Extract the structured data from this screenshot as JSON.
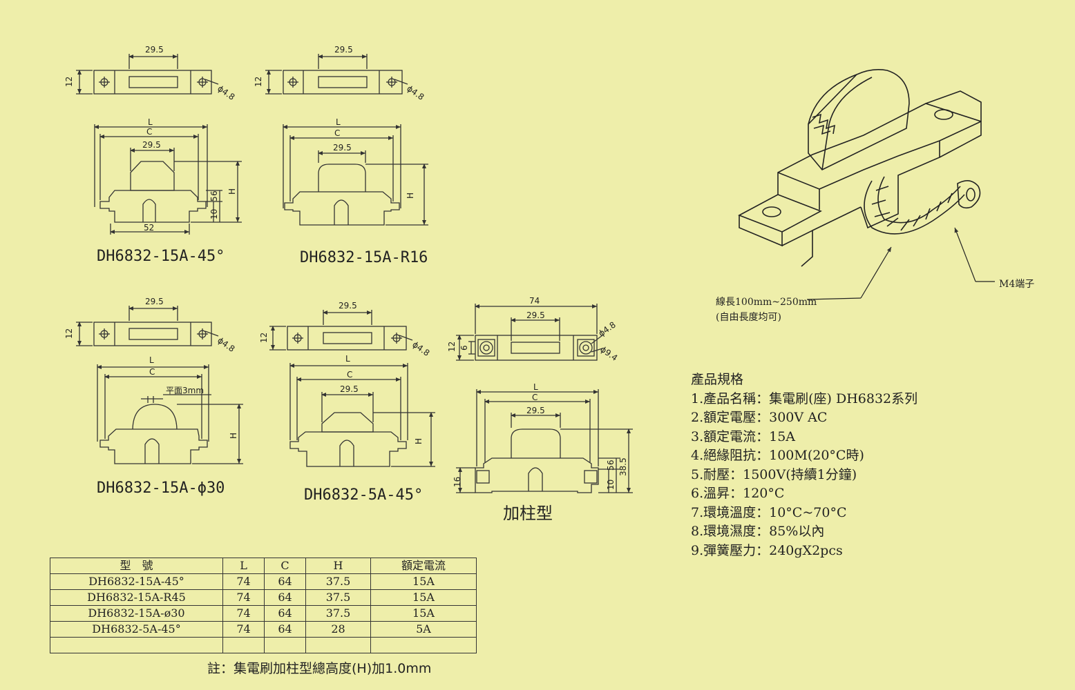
{
  "dims": {
    "w295": "29.5",
    "h12": "12",
    "hole48": "ϕ4.8",
    "hole94": "ϕ9.4",
    "L": "L",
    "C": "C",
    "H": "H",
    "w52": "52",
    "w74": "74",
    "d10": "10",
    "d5": "5",
    "d6": "6",
    "d16": "16",
    "d385": "38.5",
    "flat3": "平面3mm"
  },
  "captions": {
    "c1": "DH6832-15A-45°",
    "c2": "DH6832-15A-R16",
    "c3": "DH6832-15A-ϕ30",
    "c4": "DH6832-5A-45°",
    "c5": "加柱型"
  },
  "illustration": {
    "cable_length": "線長100mm~250mm",
    "cable_note": "(自由長度均可)",
    "terminal": "M4端子"
  },
  "specs": {
    "title": "產品規格",
    "items": [
      "1.產品名稱：集電刷(座)  DH6832系列",
      "2.額定電壓：300V AC",
      "3.額定電流：15A",
      "4.絕緣阻抗：100M(20°C時)",
      "5.耐壓：1500V(持續1分鐘)",
      "6.溫昇：120°C",
      "7.環境溫度：10°C~70°C",
      "8.環境濕度：85%以內",
      "9.彈簧壓力：240gX2pcs"
    ]
  },
  "table": {
    "headers": [
      "型　號",
      "L",
      "C",
      "H",
      "額定電流"
    ],
    "rows": [
      [
        "DH6832-15A-45°",
        "74",
        "64",
        "37.5",
        "15A"
      ],
      [
        "DH6832-15A-R45",
        "74",
        "64",
        "37.5",
        "15A"
      ],
      [
        "DH6832-15A-ø30",
        "74",
        "64",
        "37.5",
        "15A"
      ],
      [
        "DH6832-5A-45°",
        "74",
        "64",
        "28",
        "5A"
      ],
      [
        "",
        "",
        "",
        "",
        ""
      ]
    ]
  },
  "note": "註：集電刷加柱型總高度(H)加1.0mm"
}
